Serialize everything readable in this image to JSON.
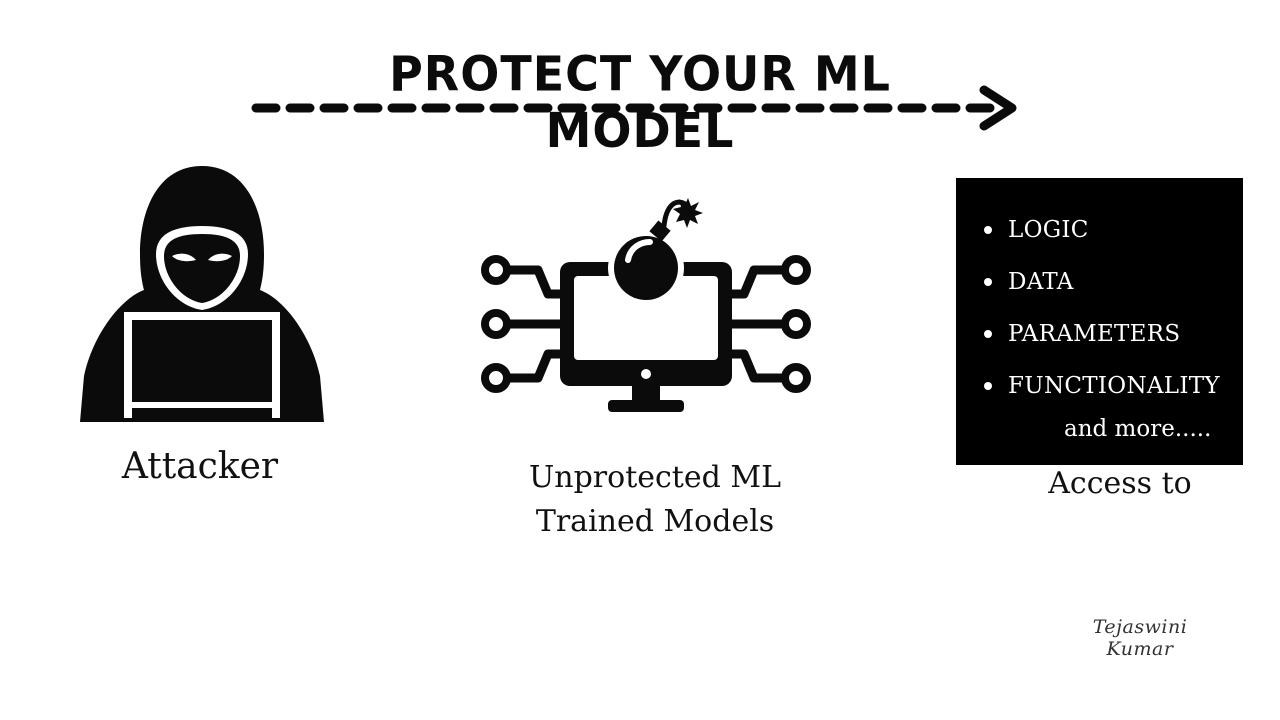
{
  "title": "PROTECT YOUR ML MODEL",
  "attacker": {
    "label": "Attacker",
    "icon": "hooded-hacker-laptop-icon"
  },
  "model": {
    "label_line1": "Unprotected ML",
    "label_line2": "Trained Models",
    "icon": "bomb-monitor-circuit-icon"
  },
  "access": {
    "items": [
      {
        "label": "LOGIC"
      },
      {
        "label": "DATA"
      },
      {
        "label": "PARAMETERS"
      },
      {
        "label": "FUNCTIONALITY"
      }
    ],
    "more": "and more.....",
    "label": "Access to",
    "panel_color": "#000000",
    "text_color": "#ffffff"
  },
  "signature": "Tejaswini Kumar",
  "arrow_icon": "dashed-arrow-right-icon"
}
